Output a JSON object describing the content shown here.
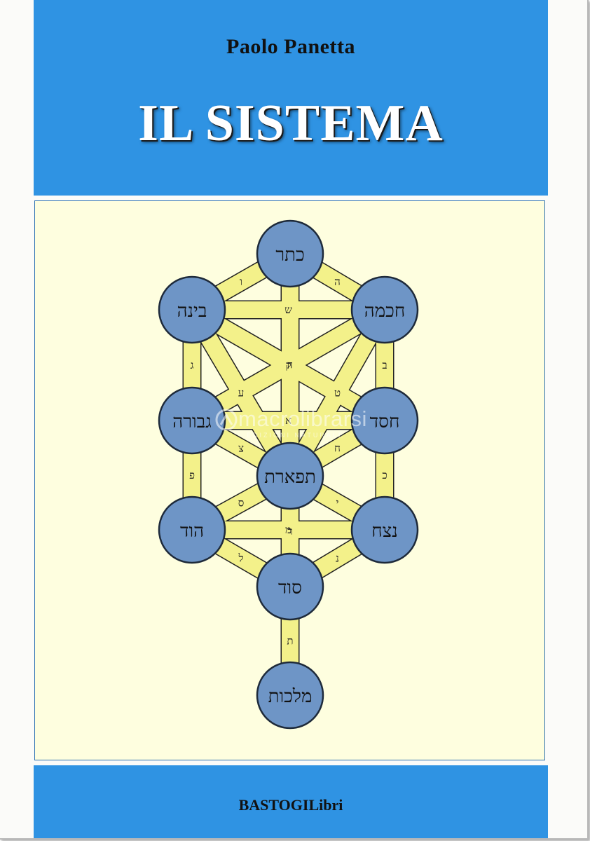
{
  "cover": {
    "author": "Paolo Panetta",
    "title": "IL SISTEMA",
    "publisher": "BASTOGILibri"
  },
  "colors": {
    "band_blue": "#2f93e3",
    "panel_cream": "#fefedf",
    "sephira_fill": "#6e95c6",
    "path_yellow": "#f3f18a"
  },
  "tree": {
    "sephirot": [
      {
        "id": "keter",
        "label": "כתר"
      },
      {
        "id": "chokhmah",
        "label": "חכמה"
      },
      {
        "id": "binah",
        "label": "בינה"
      },
      {
        "id": "daat",
        "label": "חסד"
      },
      {
        "id": "gevurah",
        "label": "גבורה"
      },
      {
        "id": "tiferet",
        "label": "תפארת"
      },
      {
        "id": "netzach",
        "label": "נצח"
      },
      {
        "id": "hod",
        "label": "הוד"
      },
      {
        "id": "yesod",
        "label": "סוד"
      },
      {
        "id": "malkhut",
        "label": "מלכות"
      }
    ],
    "paths": [
      {
        "from": "keter",
        "to": "binah",
        "letter": "ו"
      },
      {
        "from": "keter",
        "to": "chokhmah",
        "letter": "ה"
      },
      {
        "from": "keter",
        "to": "tiferet",
        "letter": "ד"
      },
      {
        "from": "binah",
        "to": "chokhmah",
        "letter": "ש"
      },
      {
        "from": "binah",
        "to": "daat",
        "letter": "ק"
      },
      {
        "from": "chokhmah",
        "to": "gevurah",
        "letter": "ז"
      },
      {
        "from": "binah",
        "to": "gevurah",
        "letter": "ג"
      },
      {
        "from": "chokhmah",
        "to": "daat",
        "letter": "ב"
      },
      {
        "from": "binah",
        "to": "tiferet",
        "letter": "ע"
      },
      {
        "from": "chokhmah",
        "to": "tiferet",
        "letter": "ט"
      },
      {
        "from": "gevurah",
        "to": "daat",
        "letter": "א"
      },
      {
        "from": "gevurah",
        "to": "tiferet",
        "letter": "צ"
      },
      {
        "from": "daat",
        "to": "tiferet",
        "letter": "ח"
      },
      {
        "from": "gevurah",
        "to": "hod",
        "letter": "פ"
      },
      {
        "from": "daat",
        "to": "netzach",
        "letter": "כ"
      },
      {
        "from": "tiferet",
        "to": "hod",
        "letter": "ס"
      },
      {
        "from": "tiferet",
        "to": "netzach",
        "letter": "י"
      },
      {
        "from": "tiferet",
        "to": "yesod",
        "letter": "ר"
      },
      {
        "from": "hod",
        "to": "netzach",
        "letter": "מ"
      },
      {
        "from": "hod",
        "to": "yesod",
        "letter": "ל"
      },
      {
        "from": "netzach",
        "to": "yesod",
        "letter": "נ"
      },
      {
        "from": "yesod",
        "to": "malkhut",
        "letter": "ת"
      }
    ]
  },
  "watermark": {
    "text": "macrolibrarsi",
    "subtext": "EDIZIONI NATURALE"
  }
}
